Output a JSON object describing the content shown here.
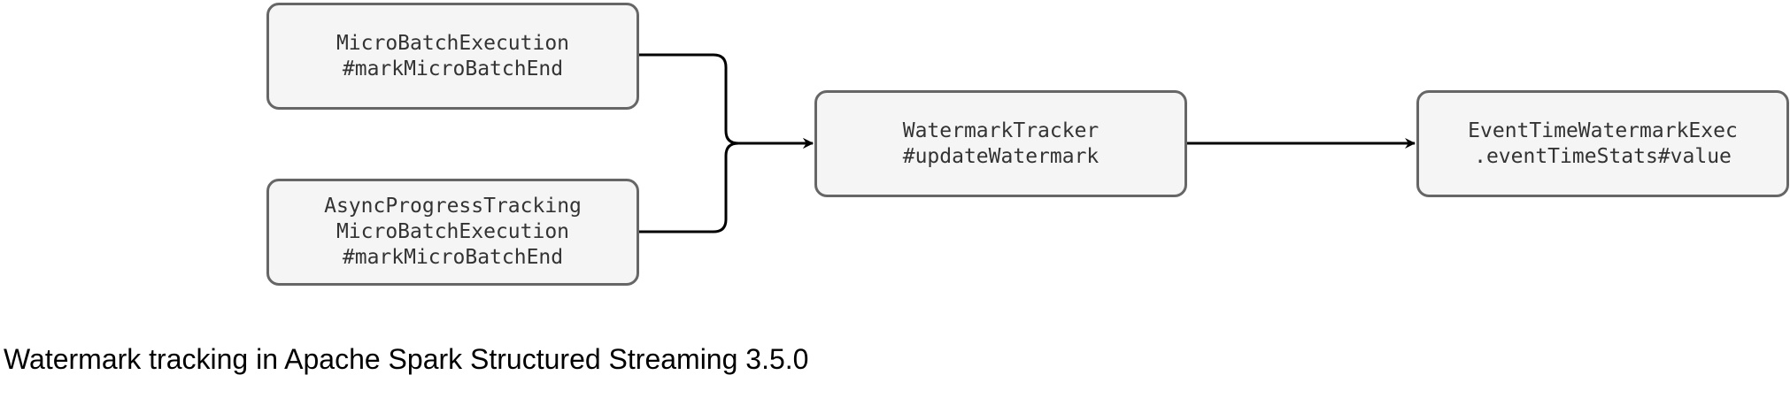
{
  "nodes": {
    "micro_batch_execution": {
      "lines": [
        "MicroBatchExecution",
        "#markMicroBatchEnd"
      ]
    },
    "async_progress_tracking": {
      "lines": [
        "AsyncProgressTracking",
        "MicroBatchExecution",
        "#markMicroBatchEnd"
      ]
    },
    "watermark_tracker": {
      "lines": [
        "WatermarkTracker",
        "#updateWatermark"
      ]
    },
    "event_time_watermark_exec": {
      "lines": [
        "EventTimeWatermarkExec",
        ".eventTimeStats#value"
      ]
    }
  },
  "caption": "Watermark tracking in Apache Spark Structured Streaming 3.5.0",
  "colors": {
    "node_fill": "#f5f5f5",
    "node_border": "#666666",
    "edge": "#000000"
  }
}
